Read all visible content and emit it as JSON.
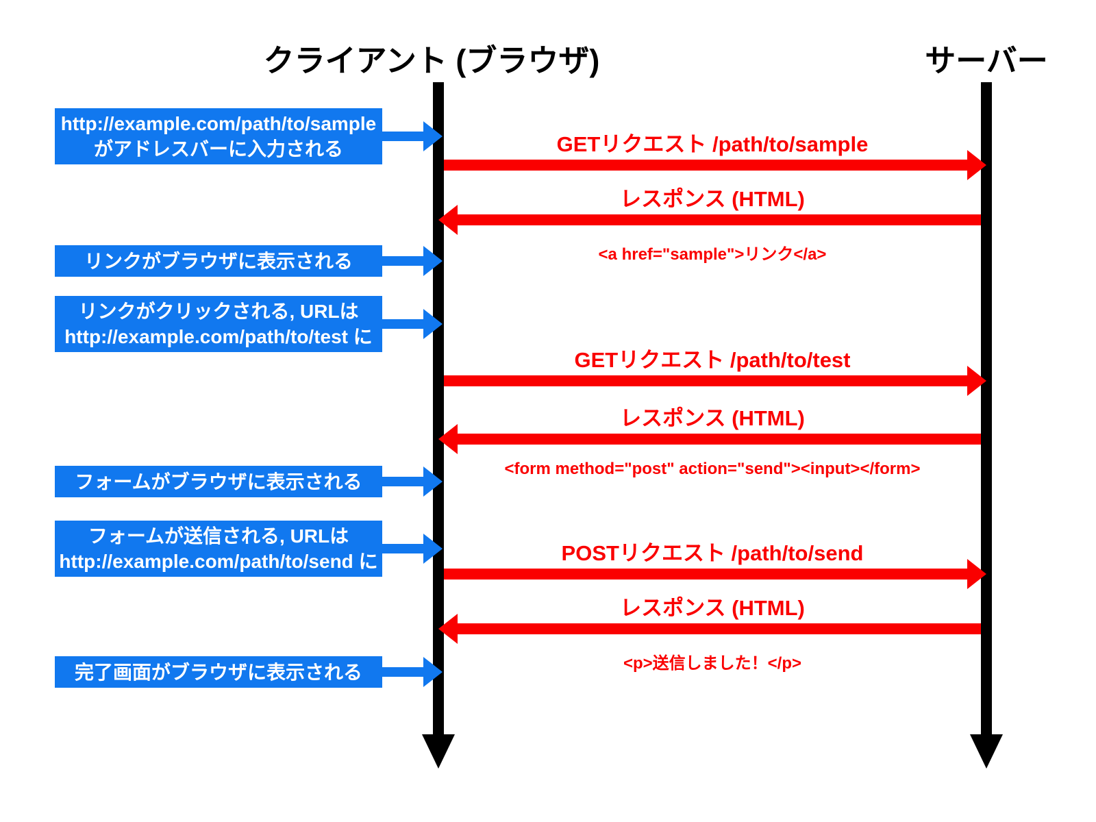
{
  "diagram": {
    "title_client": "クライアント (ブラウザ)",
    "title_server": "サーバー",
    "colors": {
      "event_blue": "#1178EF",
      "message_red": "#FA0000",
      "lifeline_black": "#000000",
      "background": "#FFFFFF"
    },
    "client_events": [
      {
        "lines": [
          "http://example.com/path/to/sample",
          "がアドレスバーに入力される"
        ]
      },
      {
        "lines": [
          "リンクがブラウザに表示される"
        ]
      },
      {
        "lines": [
          "リンクがクリックされる, URLは",
          "http://example.com/path/to/test に"
        ]
      },
      {
        "lines": [
          "フォームがブラウザに表示される"
        ]
      },
      {
        "lines": [
          "フォームが送信される, URLは",
          "http://example.com/path/to/send に"
        ]
      },
      {
        "lines": [
          "完了画面がブラウザに表示される"
        ]
      }
    ],
    "messages": [
      {
        "direction": "right",
        "label": "GETリクエスト /path/to/sample"
      },
      {
        "direction": "left",
        "label": "レスポンス (HTML)",
        "code": "<a href=\"sample\">リンク</a>"
      },
      {
        "direction": "right",
        "label": "GETリクエスト /path/to/test"
      },
      {
        "direction": "left",
        "label": "レスポンス (HTML)",
        "code": "<form method=\"post\" action=\"send\"><input></form>"
      },
      {
        "direction": "right",
        "label": "POSTリクエスト /path/to/send"
      },
      {
        "direction": "left",
        "label": "レスポンス (HTML)",
        "code": "<p>送信しました！</p>"
      }
    ]
  }
}
